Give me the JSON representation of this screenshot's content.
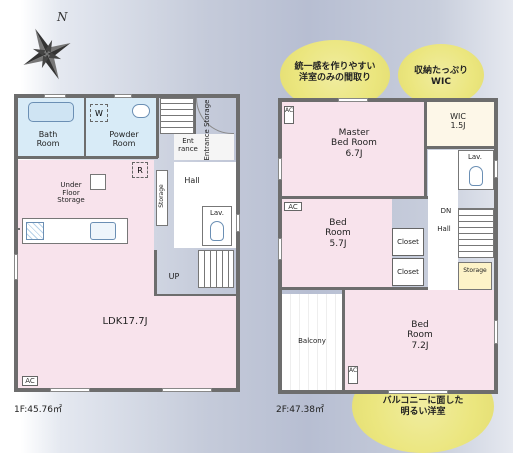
{
  "compass": {
    "label": "N"
  },
  "badges": {
    "unity": [
      "統一感を作りやすい",
      "洋室のみの間取り"
    ],
    "storage": [
      "収納たっぷり",
      "WIC"
    ],
    "balcony": [
      "バルコニーに面した",
      "明るい洋室"
    ]
  },
  "floor1": {
    "area": "1F:45.76㎡",
    "bath": [
      "Bath",
      "Room"
    ],
    "powder": [
      "Powder",
      "Room"
    ],
    "washer": "W",
    "entrance": [
      "Ent",
      "rance"
    ],
    "hall": "Hall",
    "storage_side": "Storage",
    "entrance_storage": "Entrance Storage",
    "under_floor": [
      "Under",
      "Floor",
      "Storage"
    ],
    "refrigerator": "R",
    "lav": "Lav.",
    "up": "UP",
    "ldk": "LDK17.7J",
    "ac": "AC"
  },
  "floor2": {
    "area": "2F:47.38㎡",
    "master": [
      "Master",
      "Bed Room",
      "6.7J"
    ],
    "wic": [
      "WIC",
      "1.5J"
    ],
    "bed_a": [
      "Bed",
      "Room",
      "5.7J"
    ],
    "closet1": "Closet",
    "closet2": "Closet",
    "lav": "Lav.",
    "dn": "DN",
    "hall": "Hall",
    "storage": "Storage",
    "balcony": "Balcony",
    "bed_b": [
      "Bed",
      "Room",
      "7.2J"
    ],
    "ac": "AC"
  }
}
